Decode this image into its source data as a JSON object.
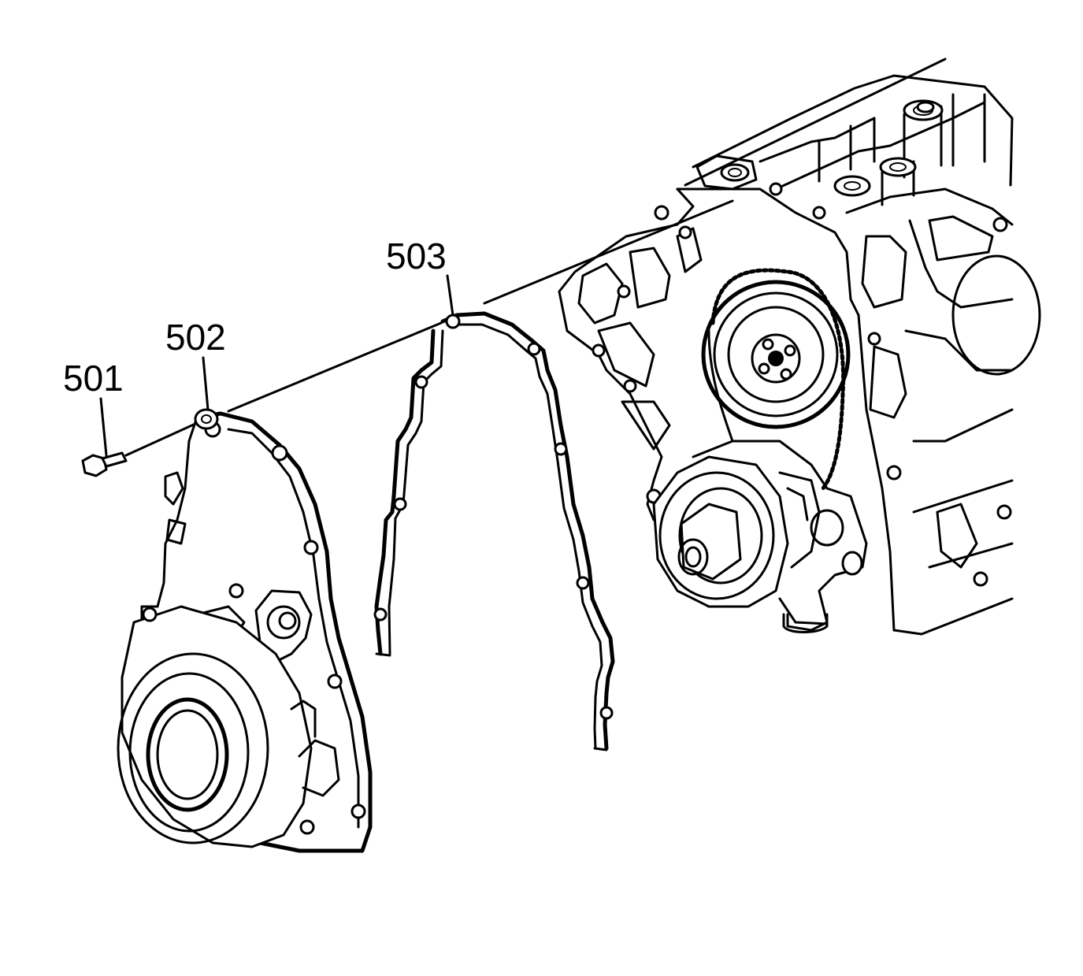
{
  "callouts": [
    {
      "id": "501",
      "label": "501"
    },
    {
      "id": "502",
      "label": "502"
    },
    {
      "id": "503",
      "label": "503"
    }
  ]
}
